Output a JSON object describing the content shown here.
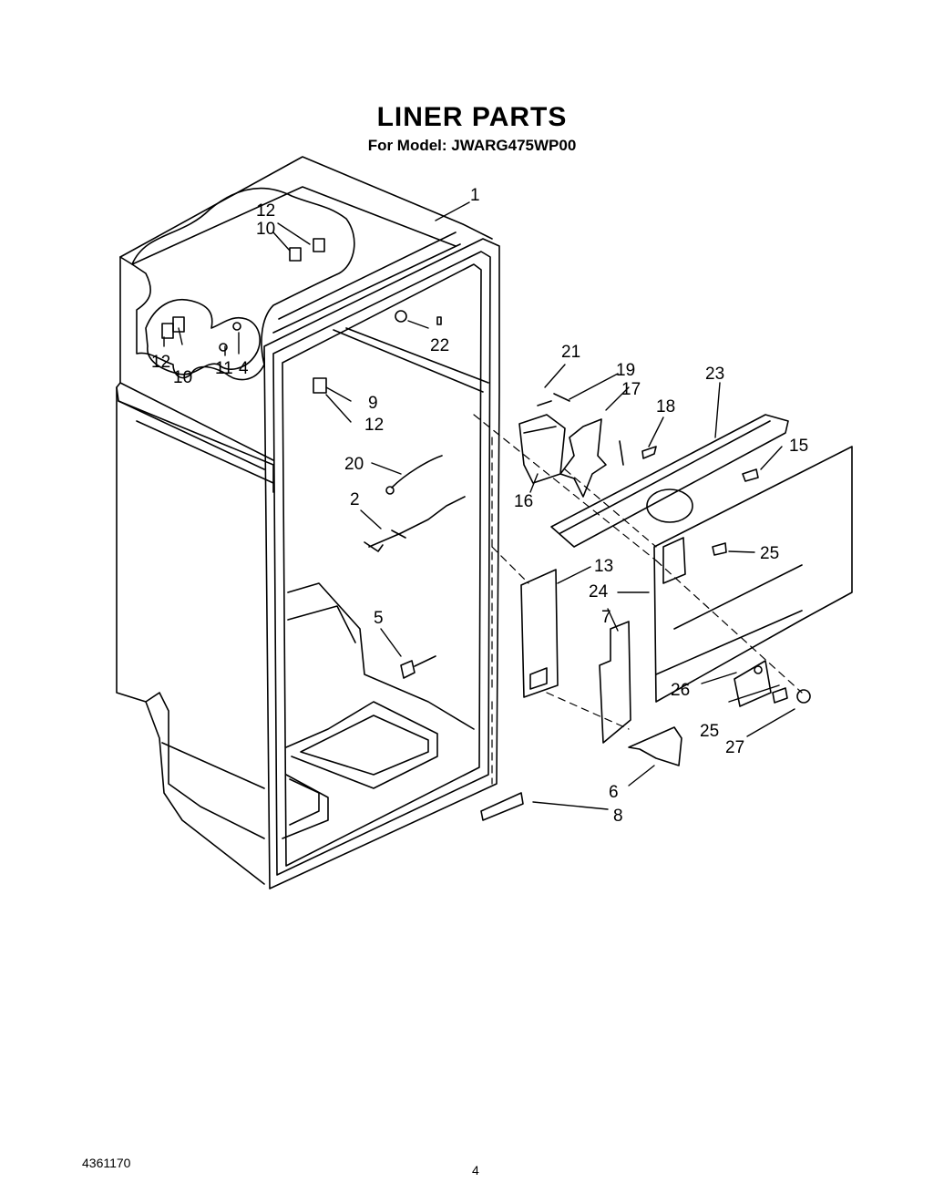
{
  "header": {
    "title": "LINER PARTS",
    "subtitle": "For Model: JWARG475WP00"
  },
  "footer": {
    "doc_number": "4361170",
    "page_number": "4"
  },
  "callouts": {
    "c1": "1",
    "c12a": "12",
    "c10a": "10",
    "c22": "22",
    "c12b": "12",
    "c10b": "10",
    "c11": "11",
    "c4": "4",
    "c9": "9",
    "c12c": "12",
    "c20": "20",
    "c2": "2",
    "c5": "5",
    "c21": "21",
    "c19": "19",
    "c17": "17",
    "c18": "18",
    "c23": "23",
    "c15": "15",
    "c16": "16",
    "c25a": "25",
    "c13": "13",
    "c24": "24",
    "c7": "7",
    "c26": "26",
    "c25b": "25",
    "c27": "27",
    "c6": "6",
    "c8": "8"
  }
}
